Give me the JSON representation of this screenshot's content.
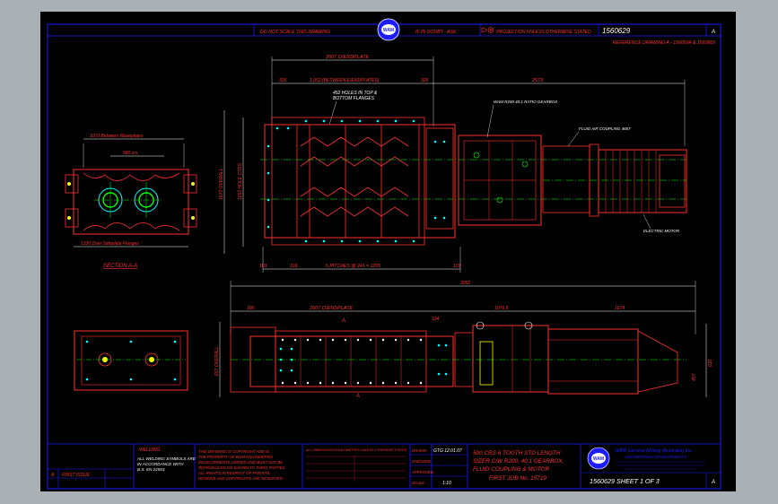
{
  "header": {
    "no_scale": "DO NOT SCALE THIS DRAWING",
    "tolerance": "IF IN DOUBT - ASK",
    "projection": "PROJECTION UNLESS OTHERWISE STATED",
    "drawing_number": "1560629",
    "revision": "A",
    "reference": "REFERENCE DRAWING A - 1560594 & 1560869"
  },
  "logo": {
    "text": "WAM"
  },
  "plan_view": {
    "dim_overall": "2007 O/ENDPLATE",
    "dim_between_endplates": "1,952 (BETWEEN E/ENDPLATES)",
    "dim_left": "326",
    "dim_right": "326",
    "dim_motor": "2573",
    "holes_note_1": "452 HOLES IN TOP &",
    "holes_note_2": "BOTTOM FLANGES",
    "gearbox_note": "WAM R200 40:1 RATIO GEARBOX",
    "coupling_note": "FLUID AIR COUPLING 4657",
    "motor_note": "ELECTRIC MOTOR",
    "dim_overall_h": "1670 OVERALL",
    "dim_between_holes": "1650 HOLE CTRS",
    "dim_pitch": "5 PITCHES @ 241 = 1205",
    "dim_b1": "103",
    "dim_b2": "103",
    "dim_b3": "103"
  },
  "section": {
    "dim_between_waveplates": "1070 Between Waveplates",
    "dim_ctrs": "580 crs",
    "dim_over_flanges": "1330 Over Sideplate Flanges",
    "title": "SECTION A-A"
  },
  "elevation": {
    "dim_overall": "3952",
    "dim_endplate": "2007 O/ENDPLATE",
    "dim_gearbox": "1076.5",
    "dim_motor": "1674",
    "dim_left": "100",
    "dim_134": "134",
    "section_mark": "A",
    "dim_height": "657 OVERALL",
    "dim_right": "630",
    "dim_side": "457"
  },
  "title_block": {
    "welding": "WELDING",
    "welding_note_1": "ALL WELDING SYMBOLS ARE",
    "welding_note_2": "IN ACCORDANCE WITH",
    "welding_note_3": "B.S. EN 22553",
    "copyright_1": "THIS DRAWING IS COPYRIGHT AND IS",
    "copyright_2": "THE PROPERTY OF WAM ENGINEERING",
    "copyright_3": "DEVELOPMENTS LIMITED AND MUST NOT BE",
    "copyright_4": "REPRODUCED OR SHOWN TO THIRD PARTIES",
    "copyright_5": "ALL RIGHTS IN RESPECT OF PATENTS,",
    "copyright_6": "DESIGNS AND COPYRIGHTS ARE RESERVED",
    "tolerances": "ALL DIMENSIONS IN MILLIMETRES UNLESS OTHERWISE STATED",
    "drawn_label": "DRAWN",
    "drawn_value": "GTG 12.01.07",
    "checked_label": "CHECKED",
    "approved_label": "APPROVED",
    "scale_label": "SCALE",
    "scale_value": "1:10",
    "title_1": "500 CRS 6 TOOTH STD LENGTH",
    "title_2": "SIZER C/W R200, 40:1 GEARBOX,",
    "title_3": "FLUID COUPLING & MOTOR",
    "title_4": "FIRST JOB No. 15719",
    "company_1": "WAM General Mining (Australia) Inc",
    "company_2": "ENGINEERING DEVELOPMENTS",
    "sheet": "1560629 SHEET 1 OF 3",
    "sheet_rev": "A",
    "rev_letter": "A",
    "rev_note": "FIRST ISSUE"
  }
}
